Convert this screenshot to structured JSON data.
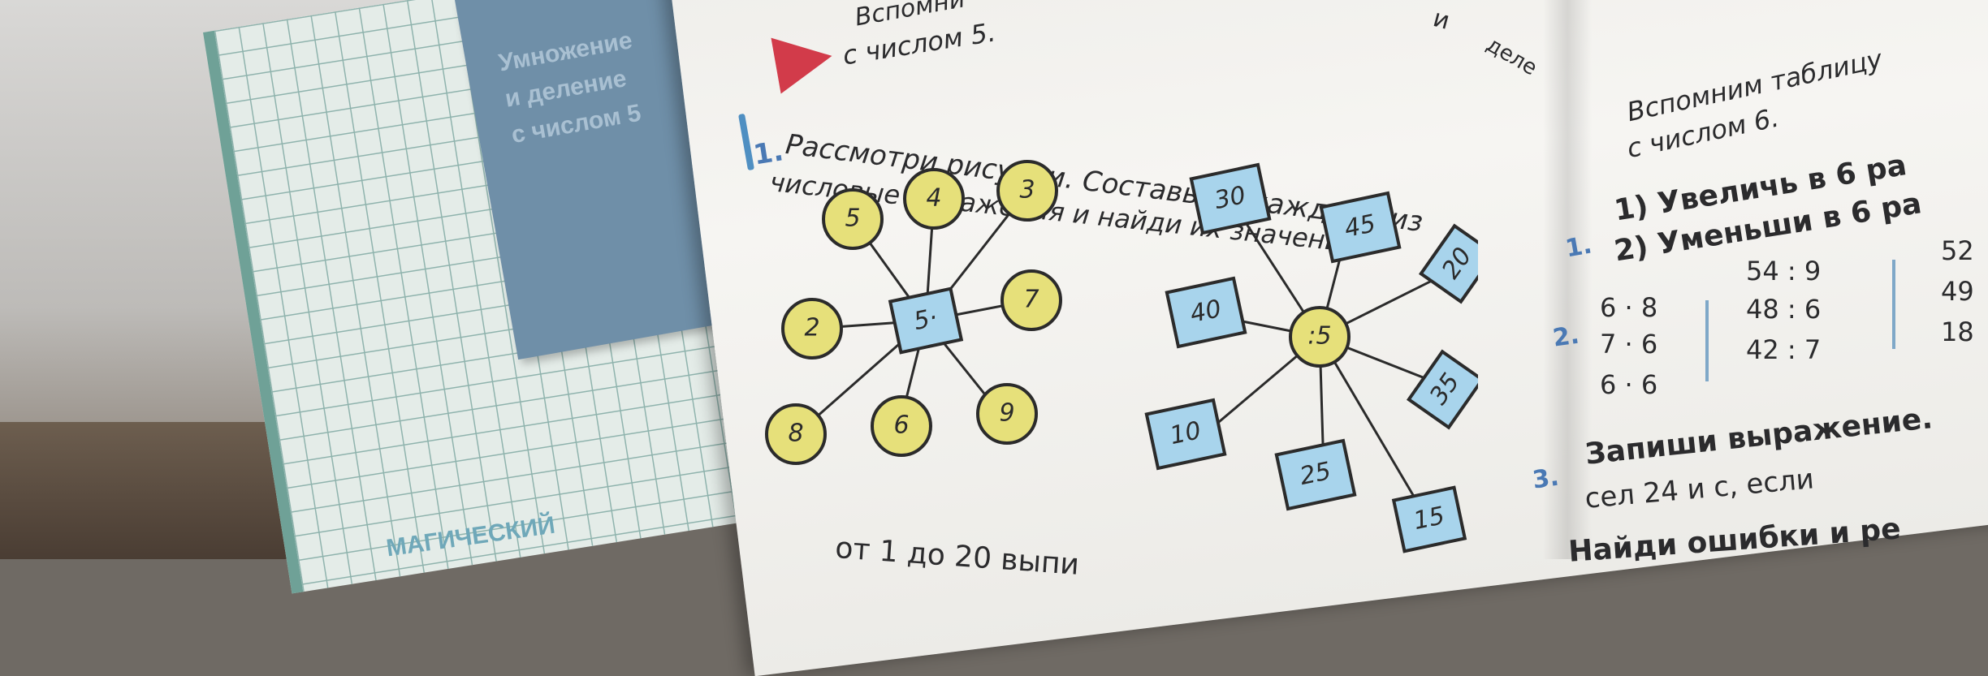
{
  "header": {
    "top_line_1": "Вспомни",
    "top_line_2": "с числом 5.",
    "top_right_1": "и",
    "top_right_2": "деле"
  },
  "cover_tab": {
    "line1": "Умножение",
    "line2": "и деление",
    "line3": "с числом 5"
  },
  "book_label": "МАГИЧЕСКИЙ",
  "task1": {
    "number": "1.",
    "line1": "Рассмотри рисунки. Составь по каждому из",
    "line2": "числовые выражения и найди их значения."
  },
  "diagram_left": {
    "center": "5·",
    "numbers": [
      "5",
      "4",
      "3",
      "2",
      "7",
      "8",
      "6",
      "9"
    ]
  },
  "diagram_right": {
    "center": ":5",
    "numbers": [
      "30",
      "45",
      "20",
      "40",
      "35",
      "10",
      "25",
      "15"
    ]
  },
  "right_page": {
    "intro_1": "Вспомним таблицу",
    "intro_2": "с числом 6.",
    "t1_number": "1.",
    "t1_line1": "1) Увеличь в 6 ра",
    "t1_line2": "2) Уменьши в 6 ра",
    "t2_number": "2.",
    "t2_col1": [
      "6 · 8",
      "7 · 6",
      "6 · 6"
    ],
    "t2_col2": [
      "54 : 9",
      "48 : 6",
      "42 : 7"
    ],
    "t2_col3": [
      "52",
      "49",
      "18"
    ],
    "t3_number": "3.",
    "t3_line1": "Запиши выражение.",
    "t3_line2": "сел 24 и с, если",
    "bottom_right": "Найди ошибки и ре",
    "bottom_center": "от 1 до 20 выпи"
  },
  "colors": {
    "accent_flag": "#d23b4a",
    "circle_fill": "#e6e07a",
    "square_fill": "#a8d4ec",
    "task_number": "#4a79b4"
  }
}
